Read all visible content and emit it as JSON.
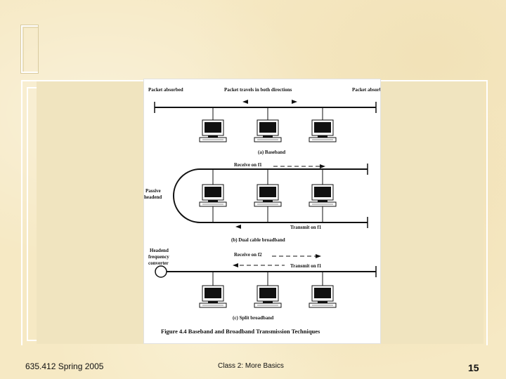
{
  "diagram": {
    "baseband": {
      "label_left": "Packet absorbed",
      "label_center": "Packet travels in both directions",
      "label_right": "Packet absorbed",
      "caption": "(a) Baseband"
    },
    "dual_cable": {
      "headend": "Passive headend",
      "receive": "Receive on f1",
      "transmit": "Transmit on f1",
      "caption": "(b) Dual cable broadband"
    },
    "split": {
      "headend": "Headend frequency converter",
      "receive": "Receive on f2",
      "transmit": "Transmit on f1",
      "caption": "(c) Split broadband"
    },
    "figure_title": "Figure 4.4  Baseband and Broadband Transmission Techniques"
  },
  "footer": {
    "course": "635.412 Spring 2005",
    "class_title": "Class 2:  More Basics",
    "page_number": "15"
  }
}
